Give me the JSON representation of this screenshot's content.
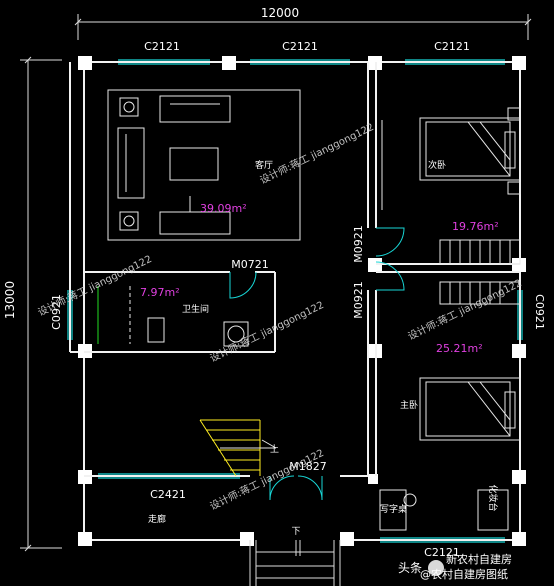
{
  "dimensions": {
    "total_width": "12000",
    "total_depth": "13000"
  },
  "windows": {
    "top_left": "C2121",
    "top_mid": "C2121",
    "top_right": "C2121",
    "left_side": "C0921",
    "right_side": "C0921",
    "bottom_left": "C2421",
    "bottom_right": "C2121"
  },
  "doors": {
    "bathroom": "M0721",
    "bedroom_upper": "M0921",
    "bedroom_lower": "M0921",
    "main_entry": "M1827"
  },
  "rooms": {
    "living": {
      "name": "客厅",
      "area": "39.09m²"
    },
    "bedroom_upper": {
      "name": "次卧",
      "area": "19.76m²"
    },
    "bathroom": {
      "name": "卫生间",
      "area": "7.97m²"
    },
    "bedroom_master": {
      "name": "主卧",
      "area": "25.21m²"
    },
    "study": {
      "name": "写字桌"
    },
    "dresser": {
      "name": "化妆台"
    },
    "corridor": {
      "name": "走廊"
    }
  },
  "stairs": {
    "up_label": "上",
    "down_label": "下"
  },
  "watermark": "设计师:蒋工 jianggong122",
  "footer": {
    "source_prefix": "头条",
    "source_name": "@农村自建房图纸",
    "overlay_text": "新农村自建房"
  },
  "colors": {
    "wall": "#f2f2f2",
    "window": "#18d6d6",
    "area_text": "#e040e0",
    "stair": "#ffee22"
  }
}
